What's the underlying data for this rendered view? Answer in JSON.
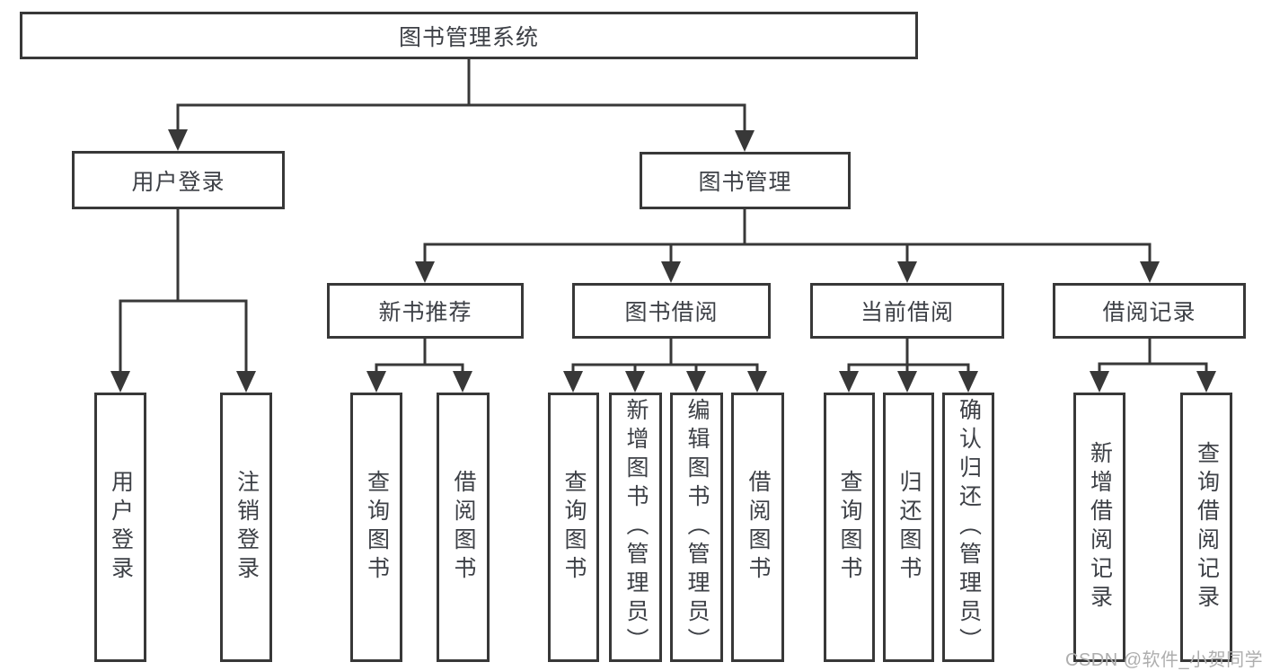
{
  "tree": {
    "root": {
      "label": "图书管理系统"
    },
    "branches": [
      {
        "label": "用户登录",
        "children": [
          {
            "label": "用户登录"
          },
          {
            "label": "注销登录"
          }
        ]
      },
      {
        "label": "图书管理",
        "children": [
          {
            "label": "新书推荐",
            "children": [
              {
                "label": "查询图书"
              },
              {
                "label": "借阅图书"
              }
            ]
          },
          {
            "label": "图书借阅",
            "children": [
              {
                "label": "查询图书"
              },
              {
                "label": "新增图书（管理员）"
              },
              {
                "label": "编辑图书（管理员）"
              },
              {
                "label": "借阅图书"
              }
            ]
          },
          {
            "label": "当前借阅",
            "children": [
              {
                "label": "查询图书"
              },
              {
                "label": "归还图书"
              },
              {
                "label": "确认归还（管理员）"
              }
            ]
          },
          {
            "label": "借阅记录",
            "children": [
              {
                "label": "新增借阅记录"
              },
              {
                "label": "查询借阅记录"
              }
            ]
          }
        ]
      }
    ]
  },
  "watermark": {
    "text": "CSDN @软件_小贺同学"
  },
  "colors": {
    "line": "#383838",
    "text": "#3d4046",
    "watermark": "#aeaeae",
    "background": "#ffffff"
  }
}
